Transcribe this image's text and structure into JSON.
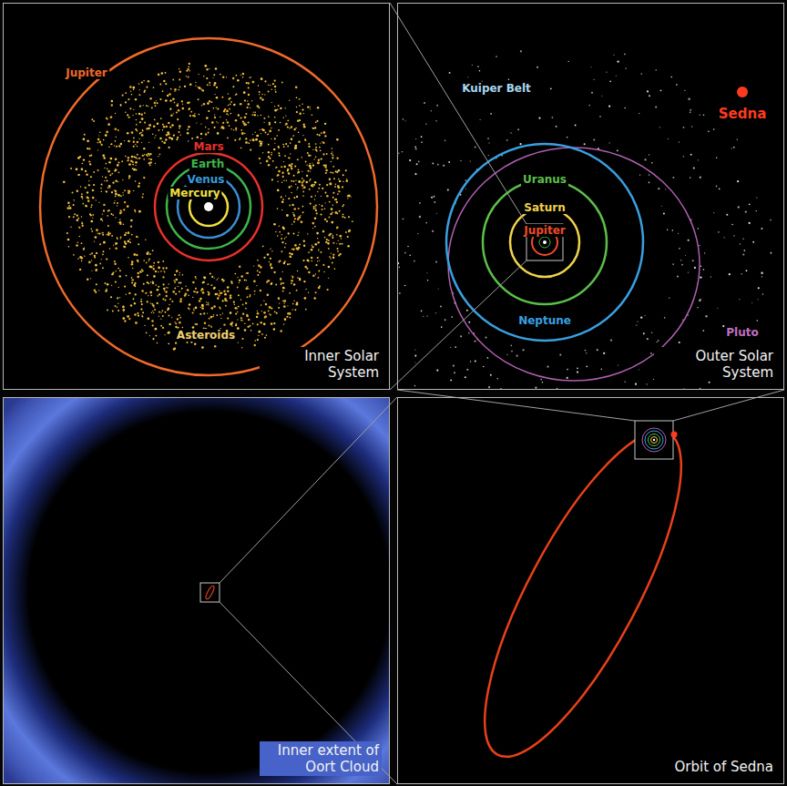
{
  "diagram": {
    "nodes": [
      {
        "text": [
          "Inner Solar System"
        ]
      },
      {
        "text": [
          "Outer Solar System"
        ]
      },
      {
        "text": [
          "Inner extent of Oort Cloud"
        ]
      },
      {
        "text": [
          "Orbit of Sedna"
        ]
      }
    ],
    "labels": [
      "Jupiter",
      "Mars",
      "Earth",
      "Venus",
      "Mercury",
      "Asteroids",
      "Kuiper Belt",
      "Sedna",
      "Uranus",
      "Saturn",
      "Jupiter",
      "Neptune",
      "Pluto"
    ]
  }
}
